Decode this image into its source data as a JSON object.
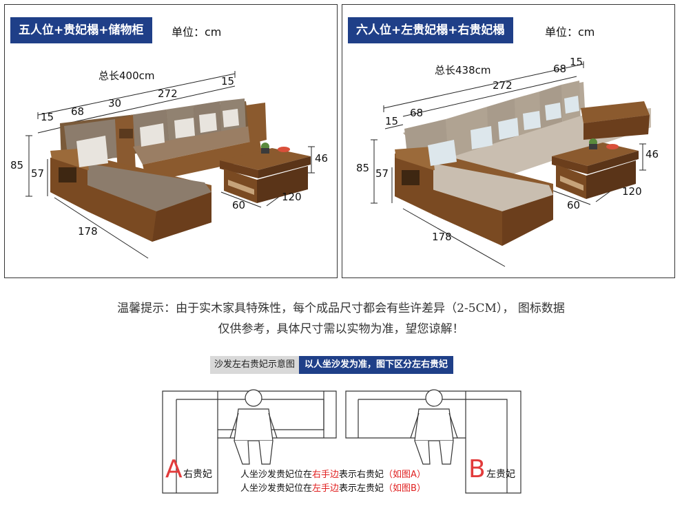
{
  "left_panel": {
    "title": "五人位+贵妃榻+储物柜",
    "unit": "单位：cm",
    "dims": {
      "total": "总长400cm",
      "d272": "272",
      "d15": "15",
      "d30": "30",
      "d68": "68",
      "d15b": "15",
      "d85": "85",
      "d57": "57",
      "d178": "178",
      "d46": "46",
      "d60": "60",
      "d120": "120"
    }
  },
  "right_panel": {
    "title": "六人位+左贵妃榻+右贵妃榻",
    "unit": "单位：cm",
    "dims": {
      "total": "总长438cm",
      "d68": "68",
      "d15": "15",
      "d272": "272",
      "d15b": "15",
      "d68b": "68",
      "d85": "85",
      "d57": "57",
      "d178": "178",
      "d46": "46",
      "d120": "120",
      "d60": "60"
    }
  },
  "notice": {
    "line1": "温馨提示：由于实木家具特殊性，每个成品尺寸都会有些许差异（2-5CM），   图标数据",
    "line2": "仅供参考，具体尺寸需以实物为准，望您谅解！"
  },
  "diagram": {
    "tag_gray": "沙发左右贵妃示意图",
    "tag_blue": "以人坐沙发为准，图下区分左右贵妃",
    "letter_a": "A",
    "label_a": "右贵妃",
    "letter_b": "B",
    "label_b": "左贵妃",
    "line1_pre": "人坐沙发贵妃位在",
    "line1_red": "右手边",
    "line1_post": "表示右贵妃",
    "line1_ref": "（如图A）",
    "line2_pre": "人坐沙发贵妃位在",
    "line2_red": "左手边",
    "line2_post": "表示左贵妃",
    "line2_ref": "（如图B）"
  }
}
